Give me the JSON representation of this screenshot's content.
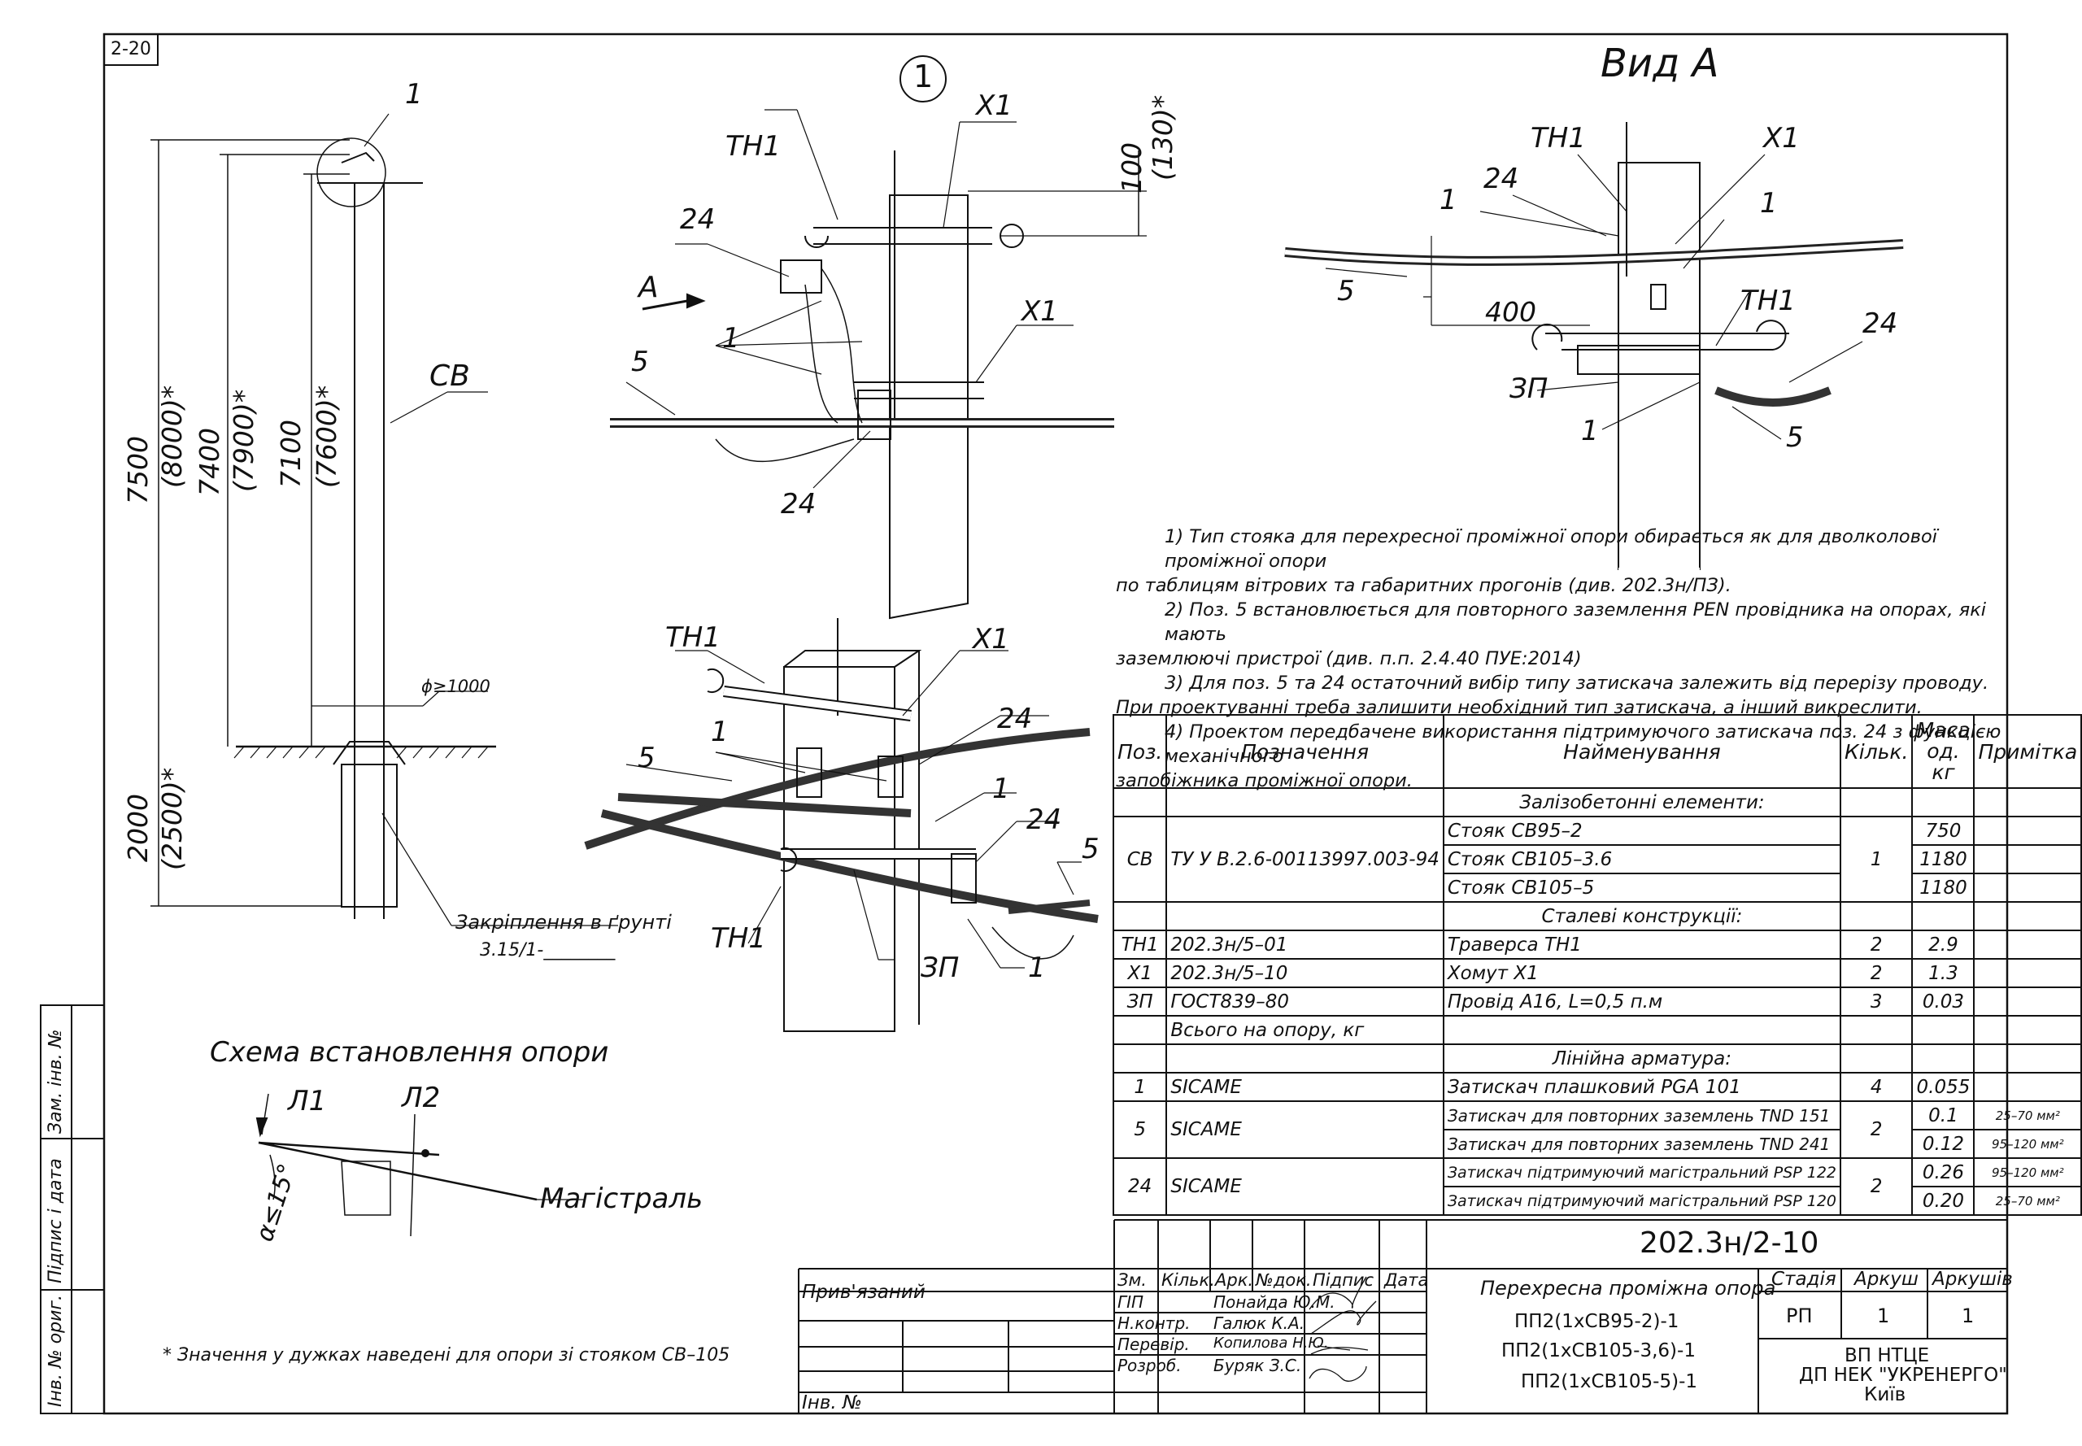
{
  "sheet": {
    "number": "2-20",
    "view_title": "Вид А",
    "callout_node": "1",
    "scheme_title": "Схема встановлення опори",
    "footnote": "* Значення у дужках наведені для опори зі стояком СВ–105"
  },
  "labels": {
    "tn1": "ТН1",
    "x1": "Х1",
    "pos24": "24",
    "pos5": "5",
    "pos1": "1",
    "zp": "ЗП",
    "cv": "СВ",
    "arrow_a": "А",
    "l1": "Л1",
    "l2": "Л2",
    "magistral": "Магістраль",
    "angle": "α≤15°",
    "phi": "ϕ≥1000",
    "ground_fix": "Закріплення в ґрунті",
    "ground_ref": "3.15/1-________",
    "dim_100": "100",
    "dim_130": "(130)*",
    "dim_400": "400",
    "dim_7500": "7500",
    "dim_8000": "(8000)*",
    "dim_7400": "7400",
    "dim_7900": "(7900)*",
    "dim_7100": "7100",
    "dim_7600": "(7600)*",
    "dim_2000": "2000",
    "dim_2500": "(2500)*"
  },
  "notes": [
    "1) Тип стояка для перехресної проміжної опори обирається як для дволколової проміжної опори",
    "по таблицям вітрових та габаритних прогонів (див. 202.3н/ПЗ).",
    "2) Поз. 5 встановлюється для повторного заземлення PEN провідника на опорах, які мають",
    "заземлюючі пристрої (див. п.п. 2.4.40 ПУЕ:2014)",
    "3) Для поз. 5 та 24 остаточний вибір типу затискача залежить від перерізу проводу.",
    "При проектуванні треба залишити необхідний тип затискача, а інший викреслити.",
    "4) Проектом передбачене використання підтримуючого затискача поз. 24 з функцією механічного",
    "запобіжника проміжної опори."
  ],
  "spec": {
    "headers": [
      "Поз.",
      "Позначення",
      "Найменування",
      "Кільк.",
      "Маса од. кг",
      "Примітка"
    ],
    "sec_concrete": "Залізобетонні елементи:",
    "sec_steel": "Сталеві конструкції:",
    "sec_fittings": "Лінійна арматура:",
    "cv": {
      "pos": "СВ",
      "code": "ТУ У В.2.6-00113997.003-94",
      "qty": "1",
      "items": [
        {
          "name": "Стояк СВ95–2",
          "mass": "750"
        },
        {
          "name": "Стояк СВ105–3.6",
          "mass": "1180"
        },
        {
          "name": "Стояк СВ105–5",
          "mass": "1180"
        }
      ]
    },
    "steel": [
      {
        "pos": "ТН1",
        "code": "202.3н/5–01",
        "name": "Траверса ТН1",
        "qty": "2",
        "mass": "2.9"
      },
      {
        "pos": "Х1",
        "code": "202.3н/5–10",
        "name": "Хомут Х1",
        "qty": "2",
        "mass": "1.3"
      },
      {
        "pos": "ЗП",
        "code": "ГОСТ839–80",
        "name": "Провід А16, L=0,5 п.м",
        "qty": "3",
        "mass": "0.03"
      }
    ],
    "total": "Всього на опору, кг",
    "r1": {
      "pos": "1",
      "code": "SICAME",
      "name": "Затискач плашковий PGA 101",
      "qty": "4",
      "mass": "0.055"
    },
    "r5": {
      "pos": "5",
      "code": "SICAME",
      "qty": "2",
      "items": [
        {
          "name": "Затискач для повторних заземлень TND 151",
          "mass": "0.1",
          "note": "25–70 мм²"
        },
        {
          "name": "Затискач для повторних заземлень TND 241",
          "mass": "0.12",
          "note": "95–120 мм²"
        }
      ]
    },
    "r24": {
      "pos": "24",
      "code": "SICAME",
      "qty": "2",
      "items": [
        {
          "name": "Затискач підтримуючий магістральний PSP 122",
          "mass": "0.26",
          "note": "95–120 мм²"
        },
        {
          "name": "Затискач підтримуючий магістральний PSP 120",
          "mass": "0.20",
          "note": "25–70 мм²"
        }
      ]
    }
  },
  "titleblock": {
    "doc_code": "202.3н/2-10",
    "bound": "Прив'язаний",
    "inv": "Інв. №",
    "cols": [
      "Зм.",
      "Кільк.",
      "Арк.",
      "№док.",
      "Підпис",
      "Дата"
    ],
    "people": [
      {
        "role": "ГІП",
        "name": "Понайда Ю.М."
      },
      {
        "role": "Н.контр.",
        "name": "Галюк К.А."
      },
      {
        "role": "Перевір.",
        "name": "Копилова Н.Ю."
      },
      {
        "role": "Розроб.",
        "name": "Буряк З.С."
      }
    ],
    "title_lines": [
      "Перехресна проміжна опора",
      "ПП2(1хСВ95-2)-1",
      "ПП2(1хСВ105-3,6)-1",
      "ПП2(1хСВ105-5)-1"
    ],
    "stage_label": "Стадія",
    "sheet_label": "Аркуш",
    "sheets_label": "Аркушів",
    "stage": "РП",
    "sheet": "1",
    "sheets": "1",
    "org": [
      "ВП НТЦЕ",
      "ДП НЕК \"УКРЕНЕРГО\"",
      "Київ"
    ]
  },
  "side_stamps": [
    "Зам. інв. №",
    "Підпис і дата",
    "Інв. № ориг."
  ]
}
